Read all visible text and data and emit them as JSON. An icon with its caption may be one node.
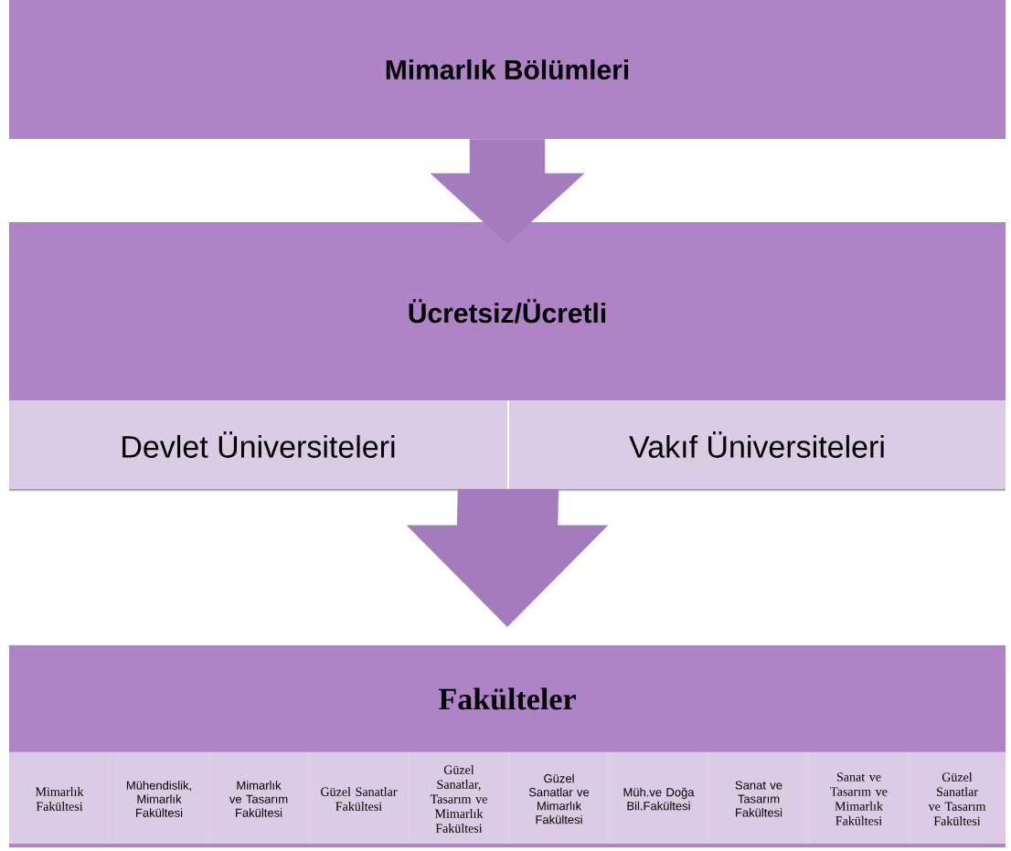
{
  "diagram": {
    "nodes": [
      {
        "text": [
          "Mimarlık Bölümleri"
        ]
      },
      {
        "text": [
          "Ücretsiz/Ücretli"
        ]
      },
      {
        "text": [
          "Devlet Üniversiteleri"
        ]
      },
      {
        "text": [
          "Vakıf Üniversiteleri"
        ]
      },
      {
        "text": [
          "Fakülteler"
        ]
      },
      {
        "text": [
          "Mimarlık Fakültesi"
        ]
      },
      {
        "text": [
          "Mühendislik, Mimarlık Fakültesi"
        ]
      },
      {
        "text": [
          "Mimarlık ve Tasarım Fakültesi"
        ]
      },
      {
        "text": [
          "Güzel Sanatlar Fakültesi"
        ]
      },
      {
        "text": [
          "Güzel Sanatlar, Tasarım ve Mimarlık Fakültesi"
        ]
      },
      {
        "text": [
          "Güzel Sanatlar ve Mimarlık Fakültesi"
        ]
      },
      {
        "text": [
          "Müh.ve Doğa Bil.Fakültesi"
        ]
      },
      {
        "text": [
          "Sanat ve Tasarım Fakültesi"
        ]
      },
      {
        "text": [
          "Sanat ve Tasarım ve Mimarlık Fakültesi"
        ]
      },
      {
        "text": [
          "Güzel Sanatlar ve Tasarım Fakültesi"
        ]
      }
    ],
    "edges": [
      {
        "from": 0,
        "to": 1,
        "arrow": "to"
      },
      {
        "from": 2,
        "to": 4,
        "arrow": "to"
      },
      {
        "from": 3,
        "to": 4,
        "arrow": "to"
      }
    ]
  }
}
